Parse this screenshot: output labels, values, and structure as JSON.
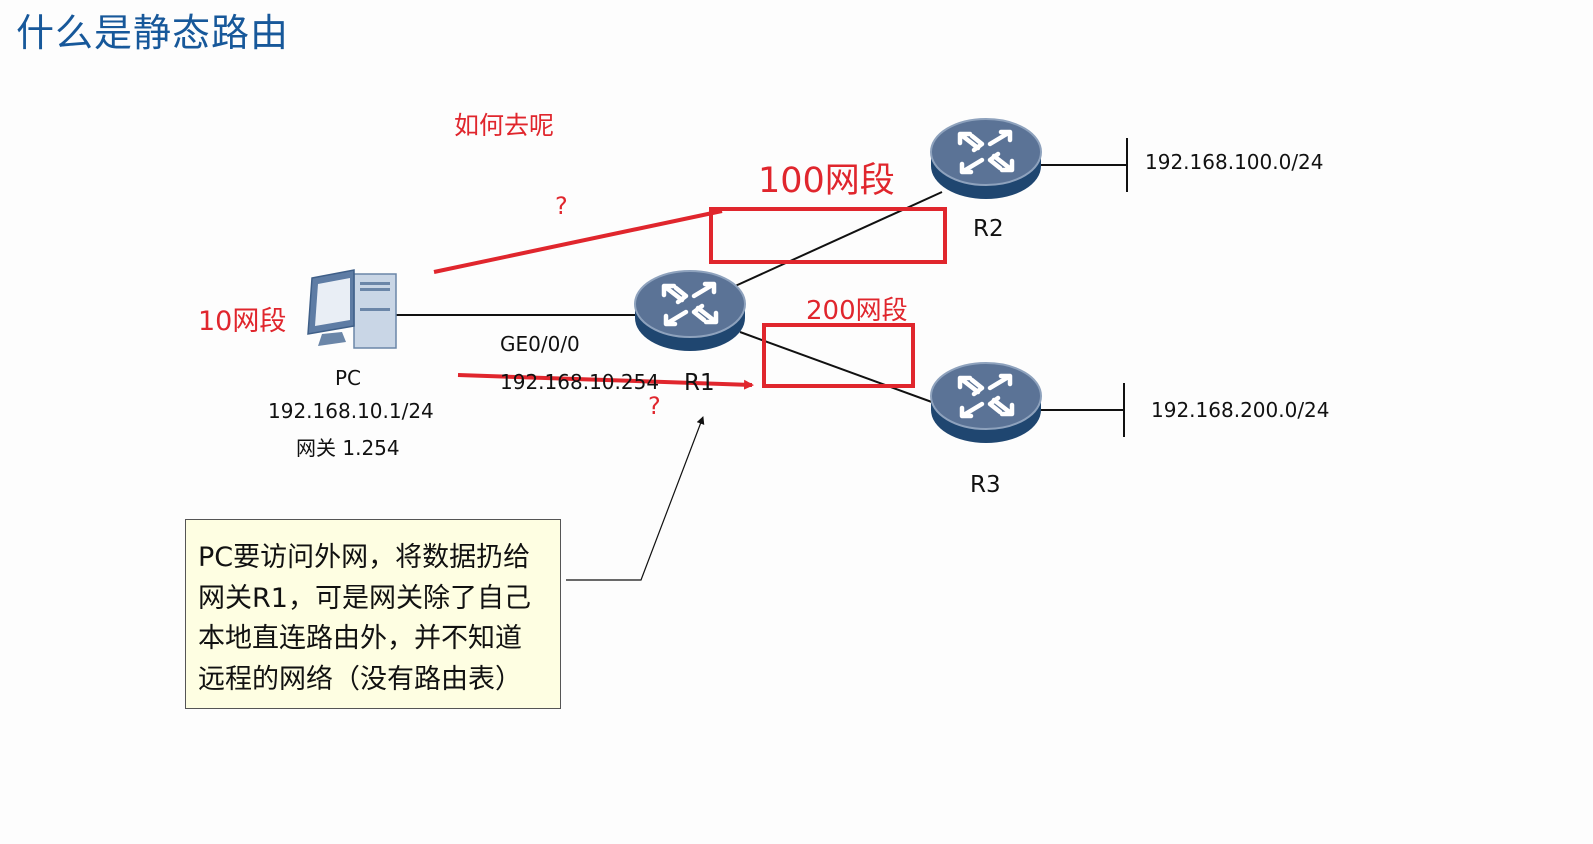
{
  "title": "什么是静态路由",
  "annotations": {
    "how_to_go": "如何去呢",
    "question_top": "?",
    "question_bottom": "?",
    "seg_10": "10网段",
    "seg_100": "100网段",
    "seg_200": "200网段"
  },
  "devices": {
    "pc": {
      "label": "PC",
      "ip": "192.168.10.1/24",
      "gateway": "网关 1.254",
      "icon": "pc-icon"
    },
    "r1": {
      "label": "R1",
      "interface": "GE0/0/0",
      "interface_ip": "192.168.10.254",
      "icon": "router-icon"
    },
    "r2": {
      "label": "R2",
      "network": "192.168.100.0/24",
      "icon": "router-icon"
    },
    "r3": {
      "label": "R3",
      "network": "192.168.200.0/24",
      "icon": "router-icon"
    }
  },
  "callout": {
    "lines": [
      "PC要访问外网，将数据扔给",
      "网关R1，可是网关除了自己",
      "本地直连路由外，并不知道",
      "远程的网络（没有路由表）"
    ]
  },
  "colors": {
    "title": "#17589a",
    "annotation": "#e0262d",
    "router_top": "#5b7396",
    "router_side": "#1f4670",
    "callout_bg": "#fefee2"
  }
}
